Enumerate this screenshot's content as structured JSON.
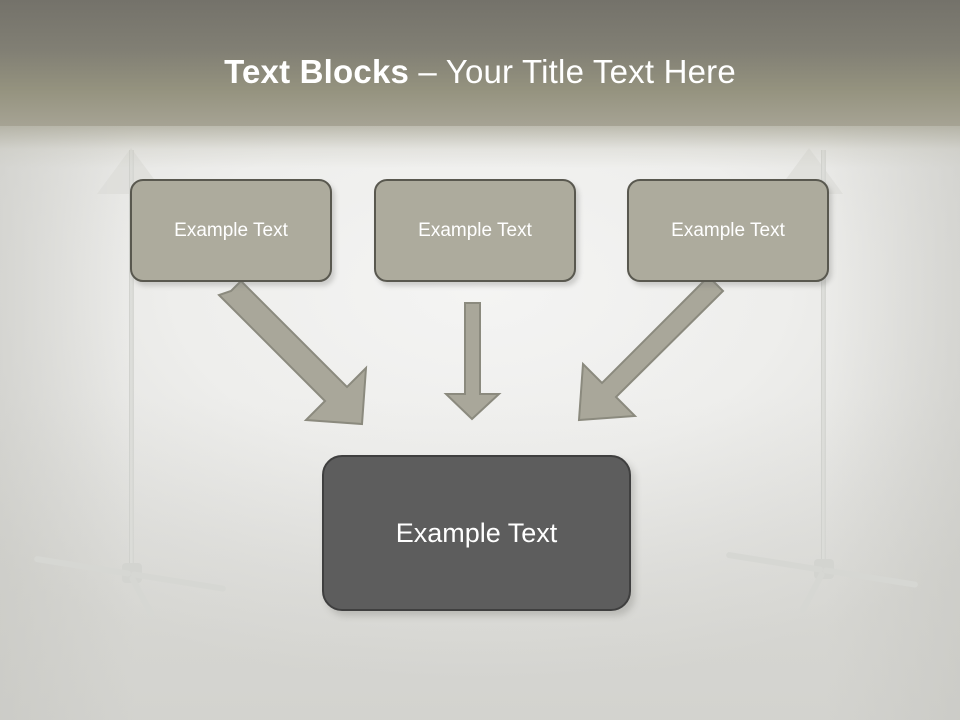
{
  "slide": {
    "title": {
      "bold_part": "Text Blocks",
      "separator": " – ",
      "light_part": "Your Title Text Here",
      "full": "Text Blocks – Your Title Text Here"
    }
  },
  "colors": {
    "header_top": "#74726a",
    "header_bottom": "#a6a394",
    "top_box_fill": "#adab9d",
    "top_box_border": "#59584f",
    "bottom_box_fill": "#5d5d5d",
    "bottom_box_border": "#3f3f3f",
    "arrow_fill": "#a9a79a",
    "arrow_border": "#8b8a7e",
    "slide_background": "#ececeb",
    "text_on_box": "#ffffff",
    "stand_gray": "#d6d7d3"
  },
  "top_boxes": [
    {
      "label": "Example Text"
    },
    {
      "label": "Example Text"
    },
    {
      "label": "Example Text"
    }
  ],
  "bottom_box": {
    "label": "Example Text"
  },
  "arrows": [
    {
      "name": "arrow-left-diagonal",
      "direction": "down-right"
    },
    {
      "name": "arrow-center-vertical",
      "direction": "down"
    },
    {
      "name": "arrow-right-diagonal",
      "direction": "down-left"
    }
  ],
  "decor": {
    "left_light_stand": "light-stand",
    "right_light_stand": "light-stand"
  }
}
